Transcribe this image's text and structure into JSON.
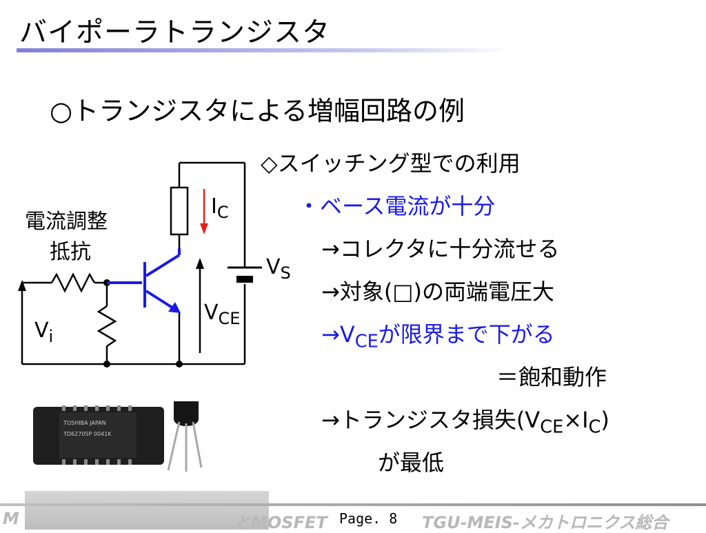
{
  "slide": {
    "title": "バイポーラトランジスタ",
    "heading": "○トランジスタによる増幅回路の例",
    "lines": [
      {
        "text": "◇スイッチング型での利用"
      },
      {
        "text": "・ベース電流が十分"
      },
      {
        "text": "→コレクタに十分流せる"
      },
      {
        "text": "→対象(□)の両端電圧大"
      },
      {
        "pre": "→V",
        "sub": "CE",
        "post": "が限界まで下がる"
      },
      {
        "text": "＝飽和動作"
      },
      {
        "pre": "→トランジスタ損失(V",
        "sub": "CE",
        "mid": "×I",
        "sub2": "C",
        "post": ")"
      },
      {
        "text": "が最低"
      }
    ]
  },
  "circuit": {
    "resistor_label_1": "電流調整",
    "resistor_label_2": "抵抗",
    "ic_main": "I",
    "ic_sub": "C",
    "vs_main": "V",
    "vs_sub": "S",
    "vce_main": "V",
    "vce_sub": "CE",
    "vi_main": "V",
    "vi_sub": "i"
  },
  "photo": {
    "ic_chip_line1": "TOSHIBA JAPAN",
    "ic_chip_line2": "TD62705P 0041K"
  },
  "footer": {
    "left_text": "M",
    "left_text_2": "とMOSFET",
    "page": "Page. 8",
    "org": "TGU-MEIS-メカトロニクス総合"
  },
  "colors": {
    "accent_blue": "#1a1ae6",
    "arrow_red": "#e02020",
    "footer_gray": "#b8b8b8"
  }
}
